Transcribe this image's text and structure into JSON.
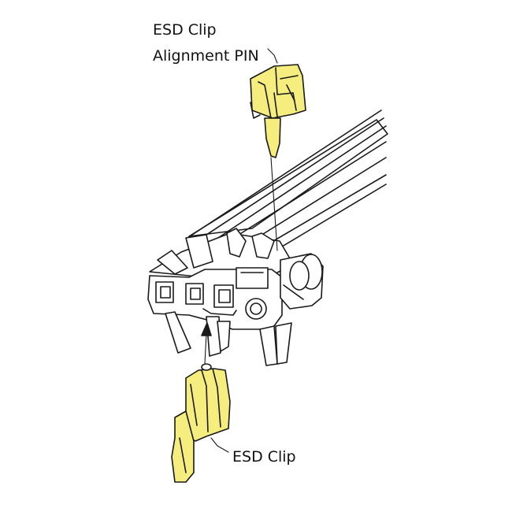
{
  "labels": {
    "top_clip": "ESD Clip",
    "alignment_pin": "Alignment PIN",
    "bottom_clip": "ESD Clip"
  },
  "colors": {
    "clip_fill": "#f5ee7f",
    "line": "#1a1a1a",
    "background": "#ffffff"
  }
}
